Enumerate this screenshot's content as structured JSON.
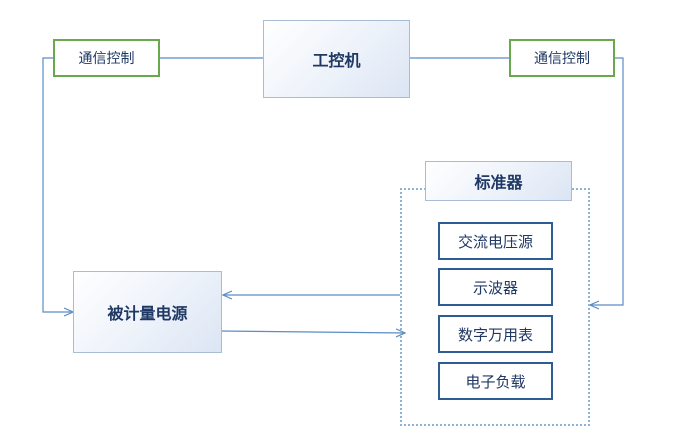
{
  "diagram": {
    "ipc": "工控机",
    "comm_left": "通信控制",
    "comm_right": "通信控制",
    "dut": "被计量电源",
    "standard": {
      "title": "标准器",
      "items": [
        "交流电压源",
        "示波器",
        "数字万用表",
        "电子负载"
      ]
    }
  }
}
